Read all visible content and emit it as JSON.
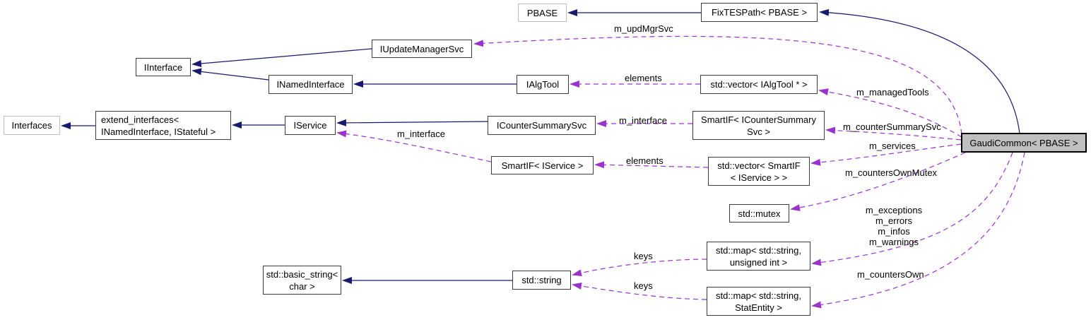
{
  "diagram": {
    "nodes": {
      "pbase": {
        "label": "PBASE"
      },
      "fixtespath": {
        "label": "FixTESPath< PBASE >"
      },
      "iupdatemanagersvc": {
        "label": "IUpdateManagerSvc"
      },
      "iinterface": {
        "label": "IInterface"
      },
      "inamedinterface": {
        "label": "INamedInterface"
      },
      "ialgtool": {
        "label": "IAlgTool"
      },
      "vector_ialgtool": {
        "label": "std::vector< IAlgTool * >"
      },
      "interfaces": {
        "label": "Interfaces"
      },
      "extend_interfaces": {
        "label": "extend_interfaces<\n INamedInterface, IStateful >"
      },
      "iservice": {
        "label": "IService"
      },
      "icountersummarysvc": {
        "label": "ICounterSummarySvc"
      },
      "smartif_icountersummarysvc": {
        "label": "SmartIF< ICounterSummary\nSvc >"
      },
      "smartif_iservice": {
        "label": "SmartIF< IService >"
      },
      "vector_smartif_iservice": {
        "label": "std::vector< SmartIF\n< IService > >"
      },
      "std_mutex": {
        "label": "std::mutex"
      },
      "map_string_uint": {
        "label": "std::map< std::string,\nunsigned int >"
      },
      "map_string_statentity": {
        "label": "std::map< std::string,\nStatEntity >"
      },
      "std_basic_string": {
        "label": "std::basic_string<\nchar >"
      },
      "std_string": {
        "label": "std::string"
      },
      "gaudicommon": {
        "label": "GaudiCommon< PBASE >"
      }
    },
    "edge_labels": {
      "m_updMgrSvc": "m_updMgrSvc",
      "elements_tools": "elements",
      "m_managedTools": "m_managedTools",
      "m_interface_counter": "m_interface",
      "m_counterSummarySvc": "m_counterSummarySvc",
      "m_interface_service": "m_interface",
      "elements_services": "elements",
      "m_services": "m_services",
      "m_countersOwnMutex": "m_countersOwnMutex",
      "m_msg_counters": "m_exceptions\nm_errors\nm_infos\nm_warnings",
      "m_countersOwn": "m_countersOwn",
      "keys_uint": "keys",
      "keys_stat": "keys"
    },
    "colors": {
      "inherit_edge": "#191970",
      "usage_edge": "#9a32cd",
      "node_border": "#3c3c3c",
      "external_border": "#c0c0c0",
      "selected_fill": "#bfbfbf",
      "background": "#ffffff"
    }
  }
}
